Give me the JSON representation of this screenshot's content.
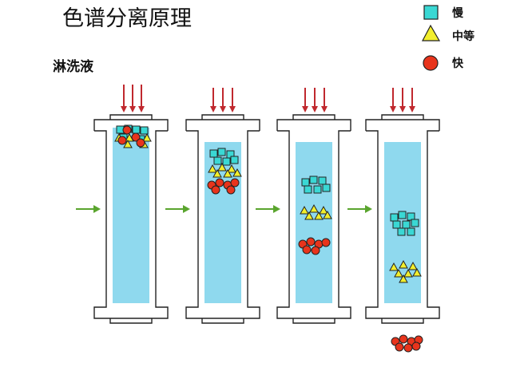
{
  "title": "色谱分离原理",
  "eluent_label": "淋洗液",
  "legend": [
    {
      "shape": "square",
      "label": "慢"
    },
    {
      "shape": "triangle",
      "label": "中等"
    },
    {
      "shape": "circle",
      "label": "快"
    }
  ],
  "colors": {
    "column_fill": "#8fd9ee",
    "outline": "#222222",
    "square_fill": "#3ad8d4",
    "triangle_fill": "#f2ee2c",
    "circle_fill": "#e8341c",
    "flow_arrow": "#c0282e",
    "step_arrow": "#5aa52e"
  },
  "columns": [
    {
      "stage": 1
    },
    {
      "stage": 2
    },
    {
      "stage": 3
    },
    {
      "stage": 4
    }
  ]
}
